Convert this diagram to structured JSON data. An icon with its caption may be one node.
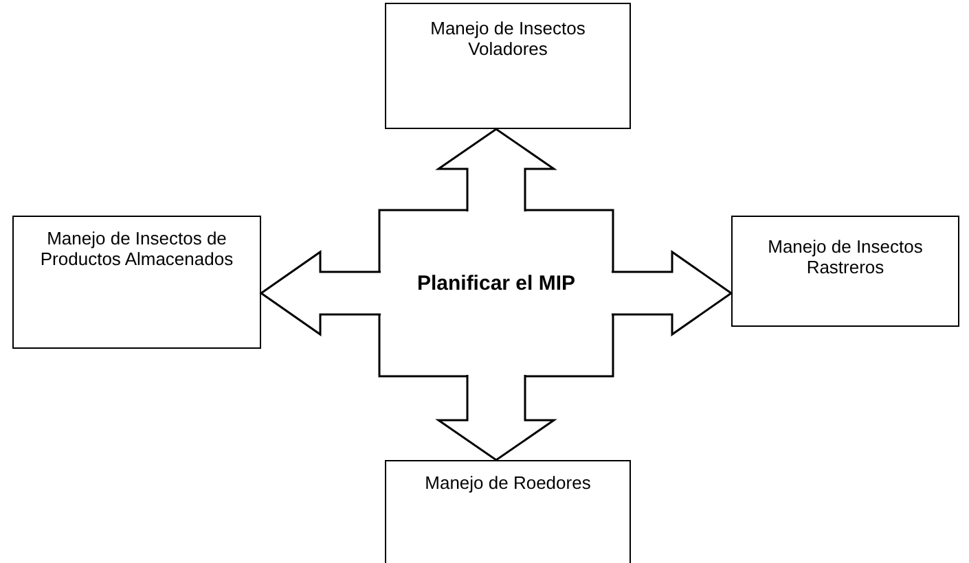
{
  "diagram": {
    "nodes": [
      {
        "text": [
          "Planificar el MIP"
        ]
      },
      {
        "text": [
          "Manejo de Insectos Voladores"
        ]
      },
      {
        "text": [
          "Manejo de Insectos de Productos Almacenados"
        ]
      },
      {
        "text": [
          "Manejo de Insectos Rastreros"
        ]
      },
      {
        "text": [
          "Manejo de Roedores"
        ]
      }
    ],
    "edges": [
      {
        "from": 0,
        "to": 1,
        "arrow": "to"
      },
      {
        "from": 0,
        "to": 2,
        "arrow": "to"
      },
      {
        "from": 0,
        "to": 3,
        "arrow": "to"
      },
      {
        "from": 0,
        "to": 4,
        "arrow": "to"
      }
    ]
  }
}
